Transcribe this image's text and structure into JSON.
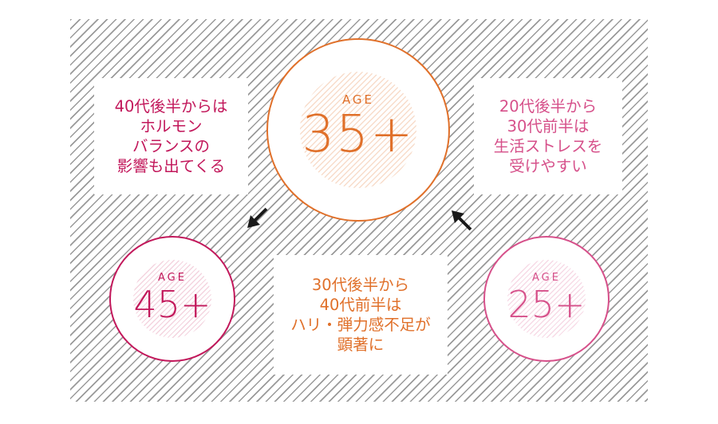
{
  "center": {
    "age_label": "AGE",
    "age_value": "35+"
  },
  "left_circle": {
    "age_label": "AGE",
    "age_value": "45+"
  },
  "right_circle": {
    "age_label": "AGE",
    "age_value": "25+"
  },
  "top_left_text": {
    "lines": [
      "40代後半からは",
      "ホルモン",
      "バランスの",
      "影響も出てくる"
    ]
  },
  "top_right_text": {
    "lines": [
      "20代後半から",
      "30代前半は",
      "生活ストレスを",
      "受けやすい"
    ]
  },
  "bottom_center_text": {
    "lines": [
      "30代後半から",
      "40代前半は",
      "ハリ・弾力感不足が",
      "顕著に"
    ]
  },
  "colors": {
    "orange": "#e0702a",
    "crimson": "#c2185b",
    "pink": "#d6508a",
    "hatch_gray": "#9a9a9a"
  },
  "icons": [
    "arrow-down-left-icon",
    "arrow-up-left-icon"
  ]
}
